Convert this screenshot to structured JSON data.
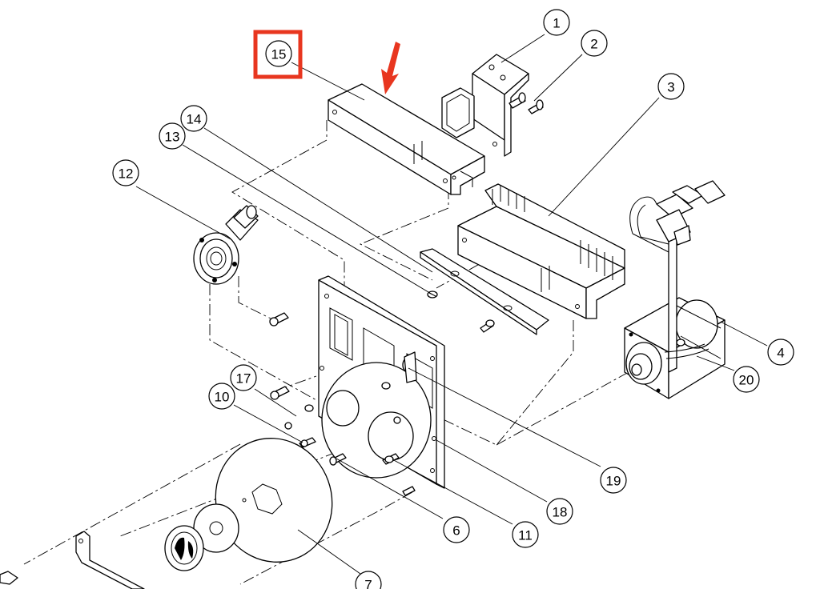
{
  "callouts": [
    "1",
    "2",
    "3",
    "4",
    "20",
    "12",
    "14",
    "13",
    "15",
    "17",
    "10",
    "19",
    "18",
    "6",
    "11",
    "7"
  ],
  "highlight": {
    "callout": "15",
    "color": "#e8361f"
  }
}
